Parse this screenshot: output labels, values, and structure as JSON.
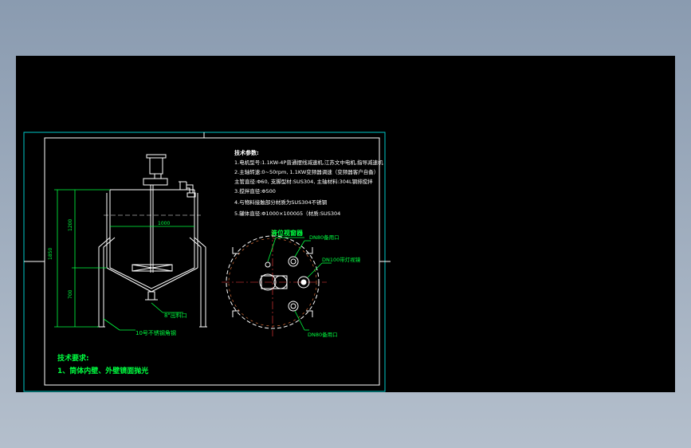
{
  "colors": {
    "background_gradient_top": "#8a9bb0",
    "background_gradient_bottom": "#b4bfcc",
    "viewport": "#000000",
    "frame": "#00c8c8",
    "outline": "#ffffff",
    "dimension": "#00ff40",
    "callout": "#00ff40",
    "nozzle_accent": "#ff8040",
    "centerline": "#ff4040"
  },
  "tech_notes": {
    "heading": "技术参数:",
    "lines": [
      "1.电机型号:1.1KW-4P普通摆线减速机,江苏文中电机,指导减速机",
      "2.主轴转速:0~50rpm, 1.1KW变频器调速（变频器客户自备）",
      "  主管直径:Φ60, 支脚型材:SUS304, 主轴材料:304L钢排搅拌",
      "3.搅拌直径:Φ500",
      "4.与物料接触部分材质为SUS304不锈钢",
      "5.罐体直径:Φ1000×1000δ5（材质:SUS304"
    ]
  },
  "requirements": {
    "heading": "技术要求:",
    "line1": "1、筒体内壁、外壁镜面抛光"
  },
  "labels": {
    "outlet": "8\"出料口",
    "legs": "10号不锈钢角钢",
    "top_view_title": "液位视窗器",
    "nozzle_top": "DN80备用口",
    "nozzle_right": "DN100带灯视镜",
    "nozzle_bottom": "DN80备用口",
    "dim_width": "1000",
    "dim_height_total": "1850",
    "dim_height_upper": "1200",
    "dim_height_lower": "700"
  }
}
